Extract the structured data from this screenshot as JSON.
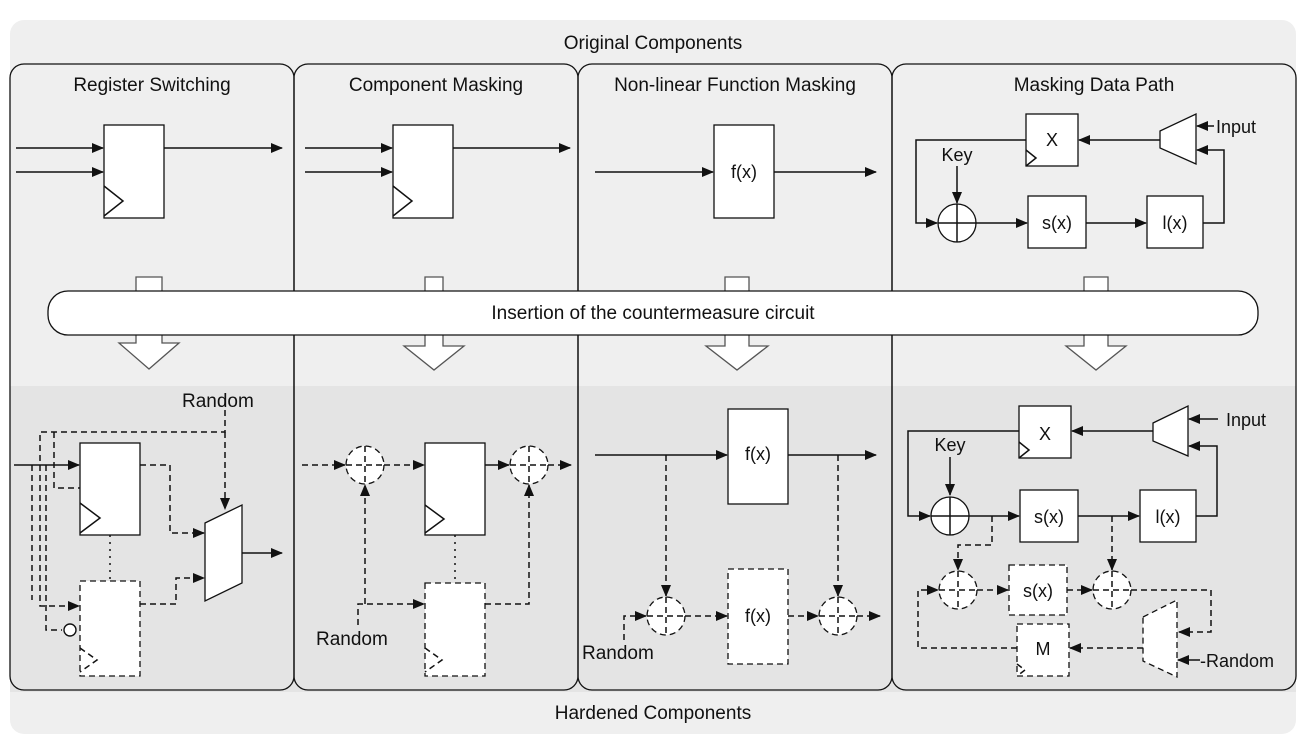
{
  "title_top": "Original Components",
  "title_bottom": "Hardened Components",
  "banner": "Insertion of the countermeasure circuit",
  "columns": {
    "c1": "Register Switching",
    "c2": "Component Masking",
    "c3": "Non-linear Function Masking",
    "c4": "Masking Data Path"
  },
  "labels": {
    "random": "Random",
    "fx": "f(x)",
    "x": "X",
    "key": "Key",
    "input": "Input",
    "sx": "s(x)",
    "lx": "l(x)",
    "m": "M",
    "random_c4": "-Random"
  }
}
